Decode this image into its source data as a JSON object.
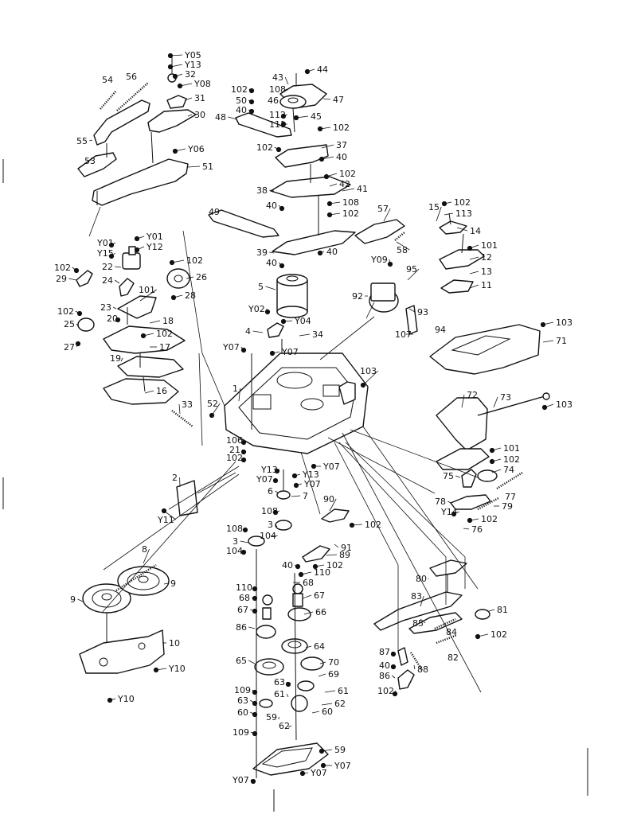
{
  "labels": {
    "Y05": "Y05",
    "Y13": "Y13",
    "32": "32",
    "Y08": "Y08",
    "31": "31",
    "30": "30",
    "54": "54",
    "56": "56",
    "55": "55",
    "53": "53",
    "Y06": "Y06",
    "51": "51",
    "44": "44",
    "43": "43",
    "108": "108",
    "46": "46",
    "47": "47",
    "102": "102",
    "50": "50",
    "40": "40",
    "48": "48",
    "112": "112",
    "111": "111",
    "45": "45",
    "37": "37",
    "42": "42",
    "41": "41",
    "38": "38",
    "49": "49",
    "39": "39",
    "57": "57",
    "58": "58",
    "15": "15",
    "113": "113",
    "14": "14",
    "101": "101",
    "12": "12",
    "13": "13",
    "11": "11",
    "Y09": "Y09",
    "95": "95",
    "92": "92",
    "93": "93",
    "Y01": "Y01",
    "Y15": "Y15",
    "Y12": "Y12",
    "22": "22",
    "29": "29",
    "26": "26",
    "24": "24",
    "28": "28",
    "5": "5",
    "23": "23",
    "25": "25",
    "20": "20",
    "18": "18",
    "27": "27",
    "17": "17",
    "19": "19",
    "16": "16",
    "33": "33",
    "Y02": "Y02",
    "Y04": "Y04",
    "4": "4",
    "34": "34",
    "Y07": "Y07",
    "107": "107",
    "94": "94",
    "103": "103",
    "71": "71",
    "52": "52",
    "1": "1",
    "72": "72",
    "73": "73",
    "106": "106",
    "21": "21",
    "74": "74",
    "75": "75",
    "77": "77",
    "78": "78",
    "Y14": "Y14",
    "79": "79",
    "76": "76",
    "6": "6",
    "7": "7",
    "2": "2",
    "Y11": "Y11",
    "90": "90",
    "104": "104",
    "3": "3",
    "91": "91",
    "89": "89",
    "110": "110",
    "68": "68",
    "67": "67",
    "66": "66",
    "8": "8",
    "9": "9",
    "80": "80",
    "83": "83",
    "85": "85",
    "81": "81",
    "84": "84",
    "82": "82",
    "87": "87",
    "88": "88",
    "86": "86",
    "64": "64",
    "65": "65",
    "70": "70",
    "69": "69",
    "10": "10",
    "Y10": "Y10",
    "109": "109",
    "63": "63",
    "61": "61",
    "62": "62",
    "60": "60",
    "59": "59"
  }
}
